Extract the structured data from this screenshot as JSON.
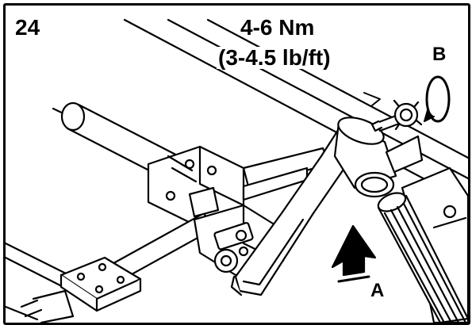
{
  "step_number": "24",
  "torque": {
    "metric": "4-6 Nm",
    "imperial": "(3-4.5 lb/ft)"
  },
  "callouts": {
    "a": "A",
    "b": "B"
  },
  "icons": [
    "up-arrow-icon",
    "rotate-arrow-icon",
    "knob-icon"
  ],
  "colors": {
    "ink": "#000000",
    "paper": "#ffffff"
  }
}
